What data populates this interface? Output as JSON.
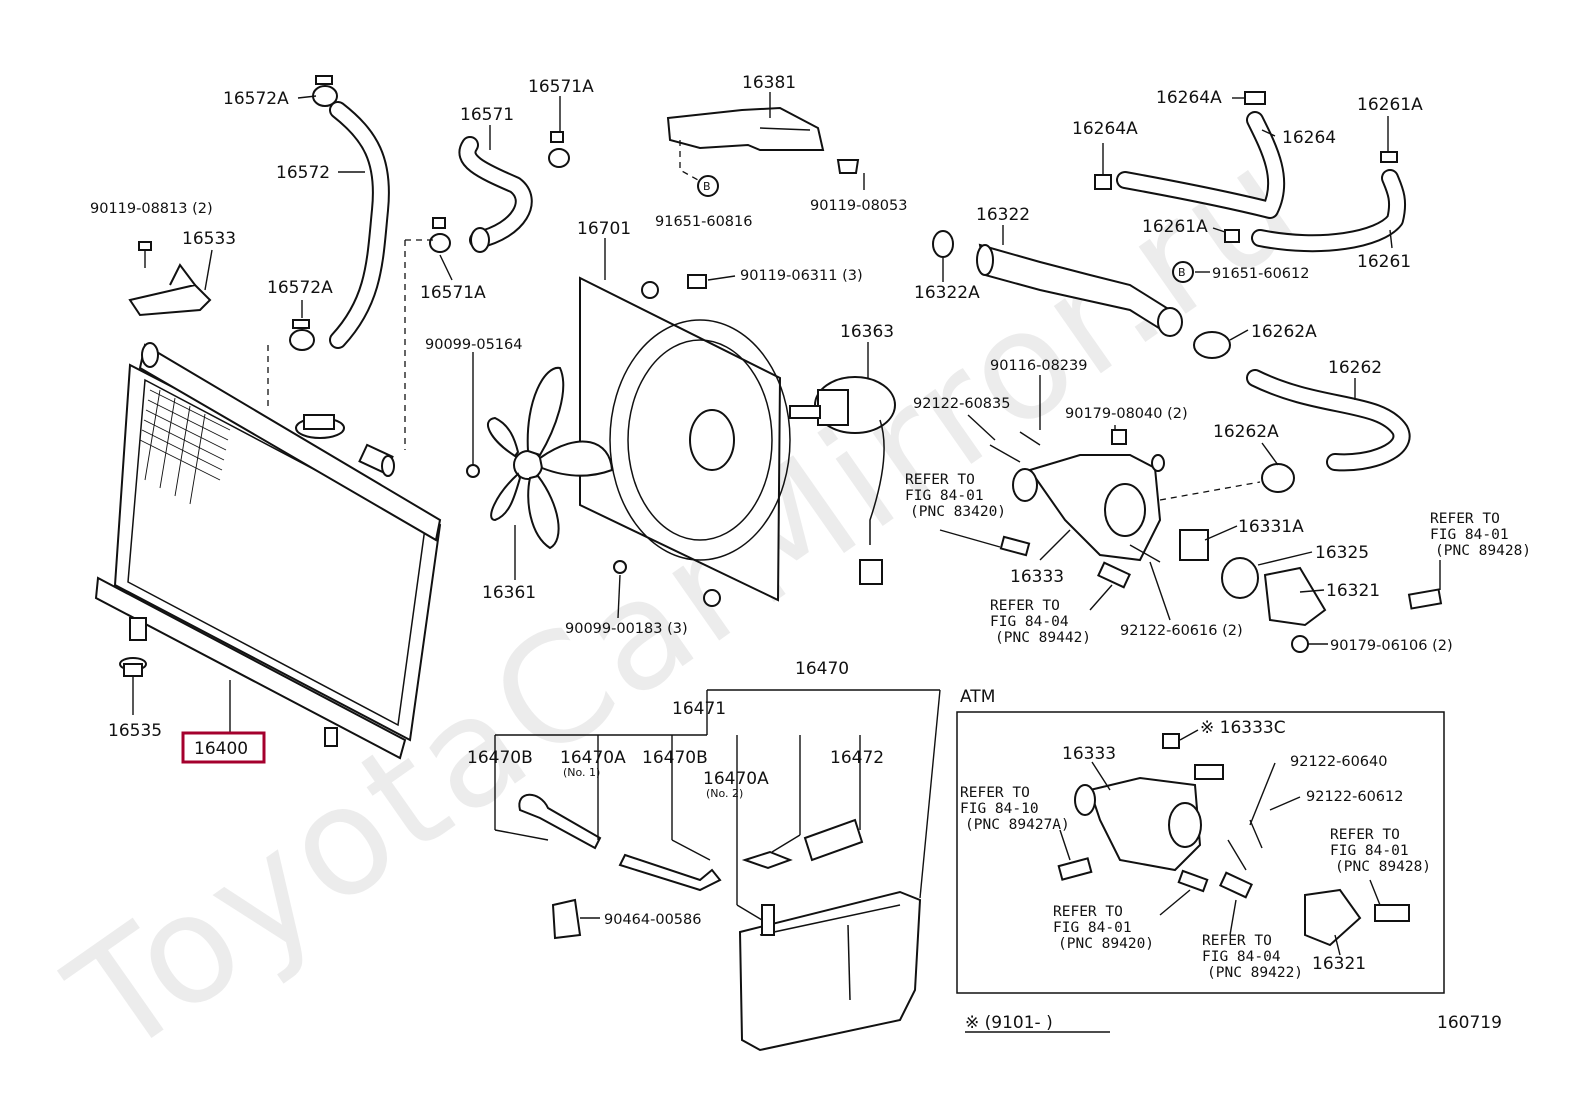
{
  "watermark": "ToyotaCarMirror.ru",
  "highlight_color": "#a4002d",
  "labels": {
    "p16572A_top": "16572A",
    "p16572": "16572",
    "p90119_08813": "90119-08813 (2)",
    "p16533": "16533",
    "p16572A_mid": "16572A",
    "p16571": "16571",
    "p16571A_top": "16571A",
    "p16571A_bot": "16571A",
    "p16381": "16381",
    "p91651_60816": "91651-60816",
    "p90119_08053": "90119-08053",
    "p16701": "16701",
    "p90119_06311": "90119-06311 (3)",
    "p90099_05164": "90099-05164",
    "p16363": "16363",
    "p16361": "16361",
    "p90099_00183": "90099-00183 (3)",
    "p16264A_top": "16264A",
    "p16264": "16264",
    "p16264A_mid": "16264A",
    "p16261A_top": "16261A",
    "p16261A_mid": "16261A",
    "p16261": "16261",
    "p16322": "16322",
    "p16322A": "16322A",
    "p91651_60612": "91651-60612",
    "p16262A_top": "16262A",
    "p16262": "16262",
    "p90116_08239": "90116-08239",
    "p92122_60835": "92122-60835",
    "p90179_08040": "90179-08040 (2)",
    "p16262A_mid": "16262A",
    "p16331A": "16331A",
    "p16325": "16325",
    "p16321": "16321",
    "p16333": "16333",
    "p92122_60616": "92122-60616 (2)",
    "p90179_06106": "90179-06106 (2)",
    "p16535": "16535",
    "p16400": "16400",
    "p16470": "16470",
    "p16471": "16471",
    "p16470B_a": "16470B",
    "p16470A_1": "16470A",
    "p16470A_1_sub": "(No. 1)",
    "p16470B_b": "16470B",
    "p16470A_2": "16470A",
    "p16470A_2_sub": "(No. 2)",
    "p16472": "16472",
    "p90464_00586": "90464-00586",
    "atm_title": "ATM",
    "atm_16333C": "※ 16333C",
    "atm_16333": "16333",
    "atm_92122_60640": "92122-60640",
    "atm_92122_60612": "92122-60612",
    "atm_16321": "16321",
    "footnote": "※ (9101-        )",
    "figure_id": "160719",
    "b_marker_1": "B",
    "b_marker_2": "B"
  },
  "refer_notes": [
    {
      "l1": "REFER TO",
      "l2": "FIG 84-01",
      "l3": "(PNC 83420)"
    },
    {
      "l1": "REFER TO",
      "l2": "FIG 84-04",
      "l3": "(PNC 89442)"
    },
    {
      "l1": "REFER TO",
      "l2": "FIG 84-01",
      "l3": "(PNC 89428)"
    },
    {
      "l1": "REFER TO",
      "l2": "FIG 84-10",
      "l3": "(PNC 89427A)"
    },
    {
      "l1": "REFER TO",
      "l2": "FIG 84-01",
      "l3": "(PNC 89420)"
    },
    {
      "l1": "REFER TO",
      "l2": "FIG 84-04",
      "l3": "(PNC 89422)"
    },
    {
      "l1": "REFER TO",
      "l2": "FIG 84-01",
      "l3": "(PNC 89428)"
    }
  ]
}
